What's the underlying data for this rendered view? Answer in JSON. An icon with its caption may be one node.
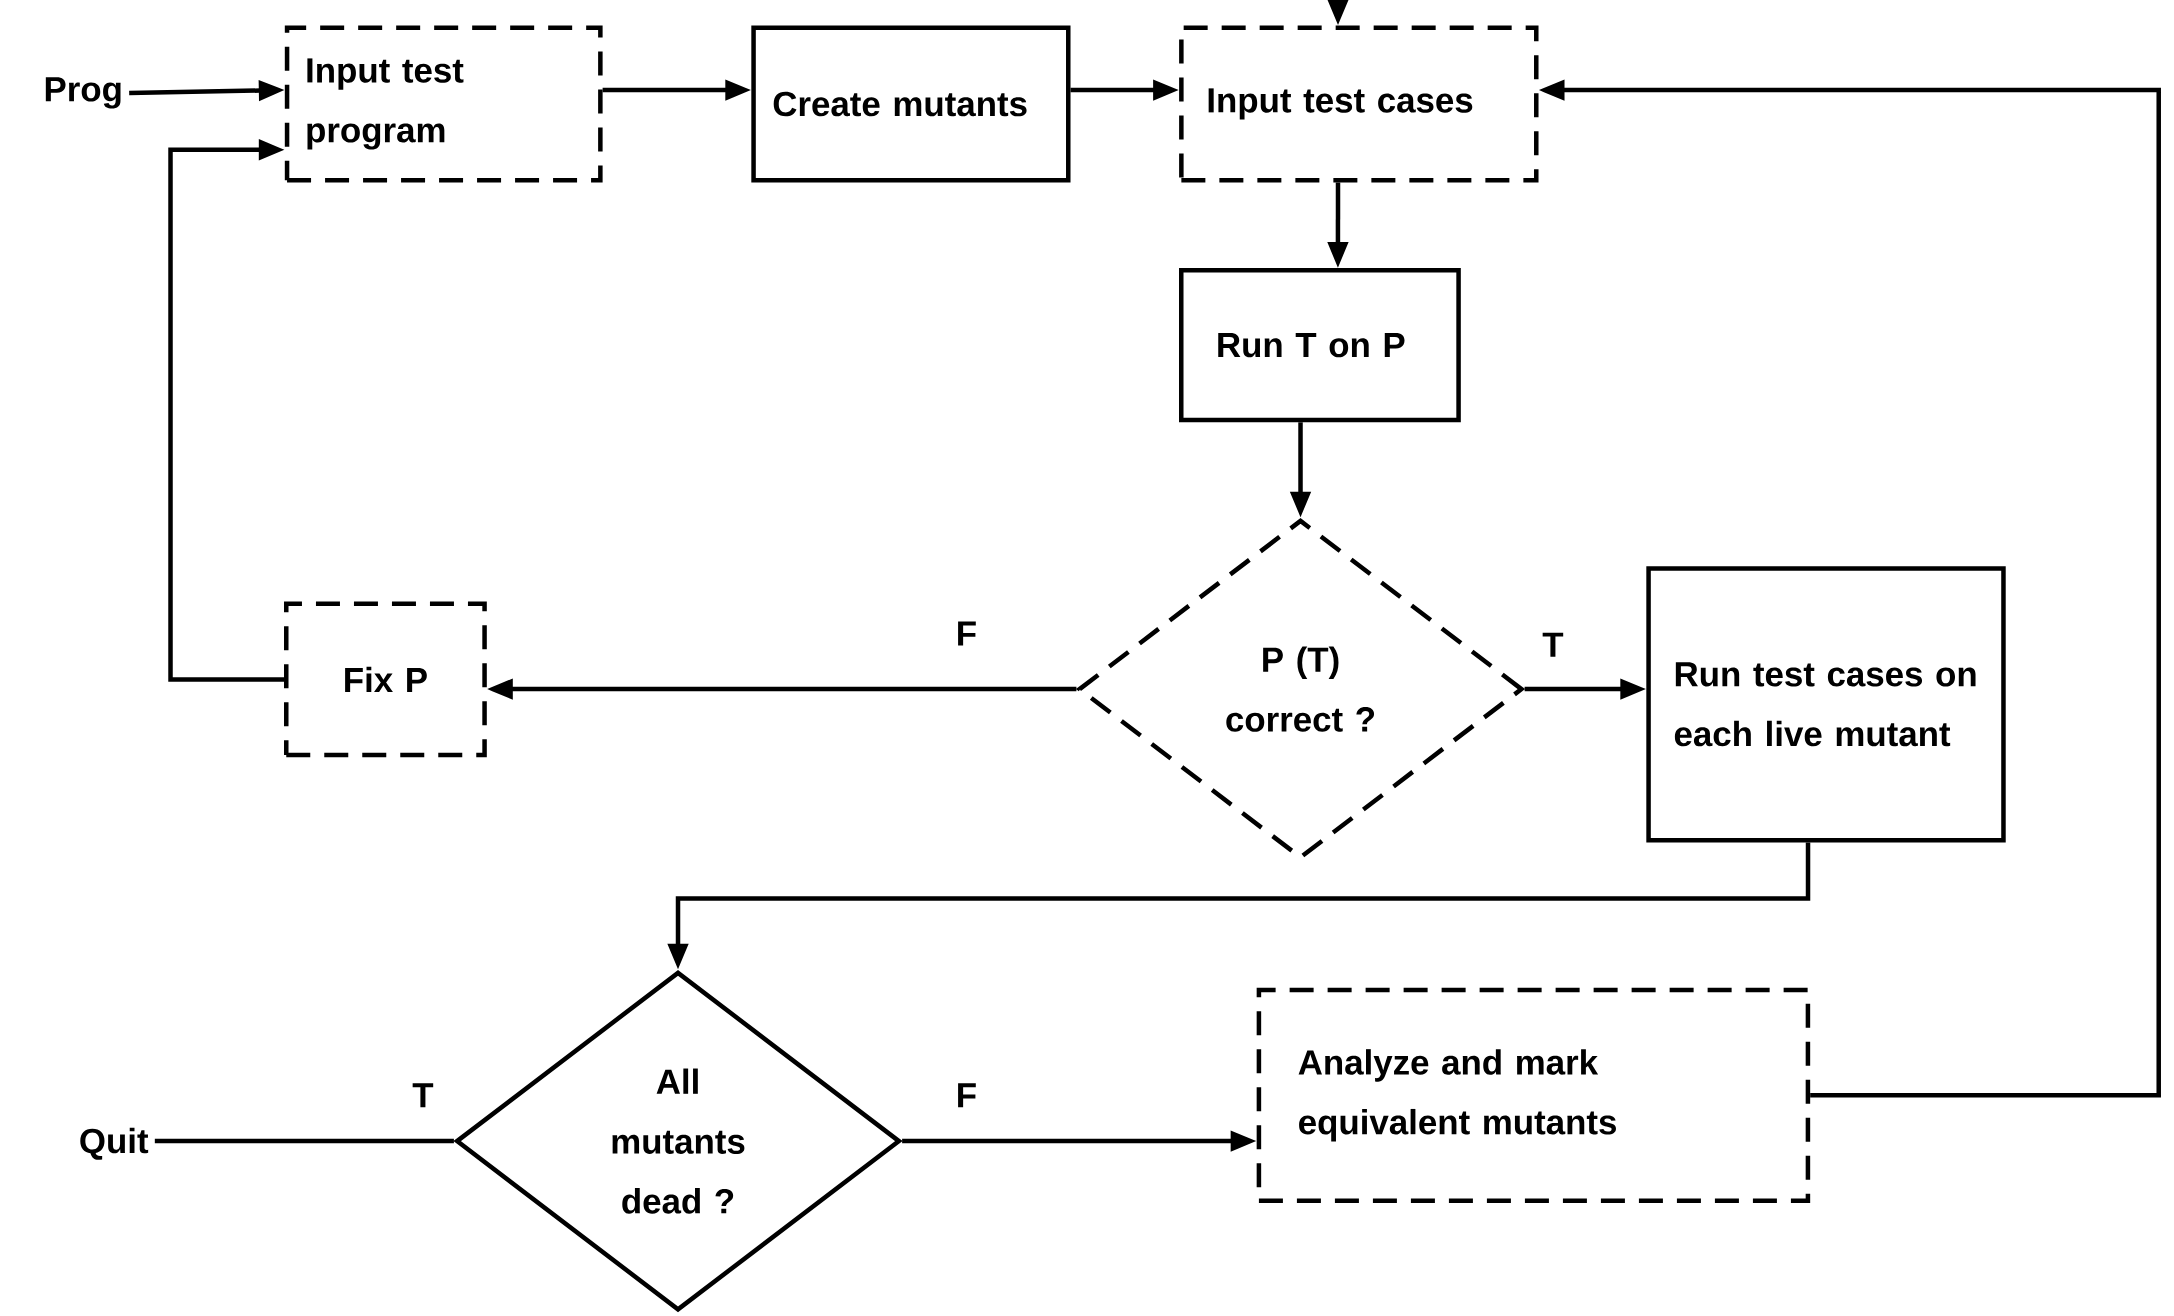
{
  "diagram": {
    "nodes": [
      {
        "text": [
          "Prog"
        ]
      },
      {
        "text": [
          "Input test program"
        ]
      },
      {
        "text": [
          "Create mutants"
        ]
      },
      {
        "text": [
          "Input test cases"
        ]
      },
      {
        "text": [
          "Run T on P"
        ]
      },
      {
        "text": [
          "P (T) correct ?"
        ]
      },
      {
        "text": [
          "Fix P"
        ]
      },
      {
        "text": [
          "Run test cases on each live mutant"
        ]
      },
      {
        "text": [
          "All mutants dead ?"
        ]
      },
      {
        "text": [
          "Analyze and mark equivalent mutants"
        ]
      },
      {
        "text": [
          "Quit"
        ]
      }
    ],
    "edges": [
      {
        "from": 0,
        "to": 1,
        "arrow": "to"
      },
      {
        "from": 1,
        "to": 2,
        "arrow": "to"
      },
      {
        "from": 2,
        "to": 3,
        "arrow": "to"
      },
      {
        "from": null,
        "to": 3,
        "arrow": "to"
      },
      {
        "from": 3,
        "to": 4,
        "arrow": "to"
      },
      {
        "from": 4,
        "to": 5,
        "arrow": "to"
      },
      {
        "from": 5,
        "to": 6,
        "arrow": "to",
        "label": "F"
      },
      {
        "from": 5,
        "to": 7,
        "arrow": "to",
        "label": "T"
      },
      {
        "from": 6,
        "to": 1,
        "arrow": "to"
      },
      {
        "from": 7,
        "to": 8,
        "arrow": "to"
      },
      {
        "from": 8,
        "to": 10,
        "arrow": "none",
        "label": "T"
      },
      {
        "from": 8,
        "to": 9,
        "arrow": "to",
        "label": "F"
      },
      {
        "from": 9,
        "to": 3,
        "arrow": "to"
      }
    ]
  }
}
